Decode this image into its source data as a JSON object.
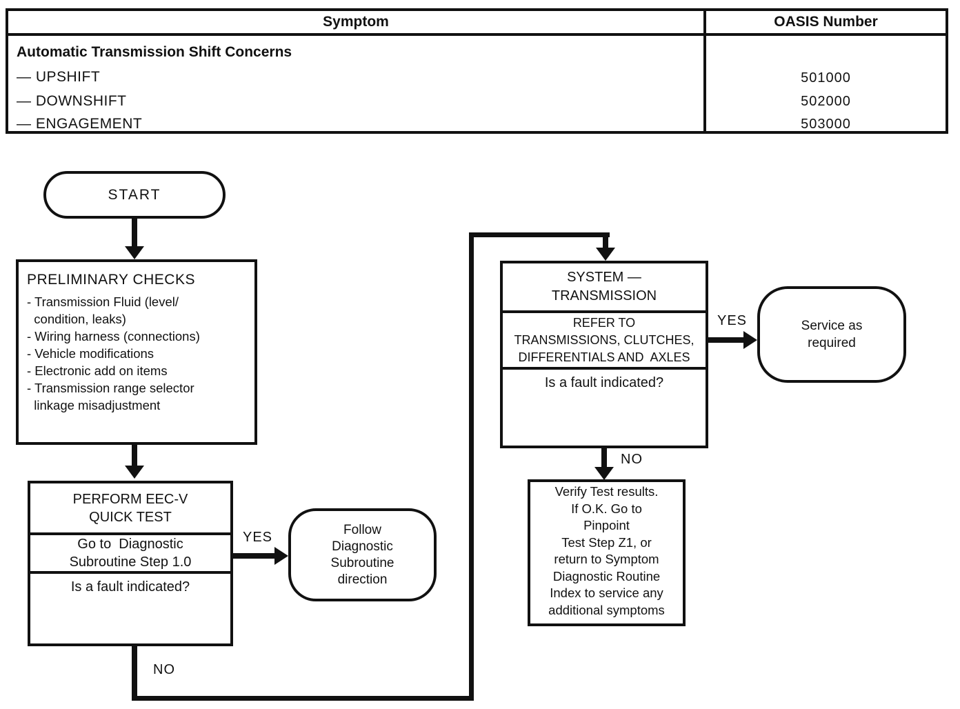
{
  "colors": {
    "ink": "#111111",
    "paper": "#ffffff"
  },
  "table": {
    "symptom_header": "Symptom",
    "oasis_header": "OASIS Number",
    "group_title": "Automatic Transmission Shift Concerns",
    "rows": [
      {
        "symptom": "— UPSHIFT",
        "oasis": "501000"
      },
      {
        "symptom": "— DOWNSHIFT",
        "oasis": "502000"
      },
      {
        "symptom": "— ENGAGEMENT",
        "oasis": "503000"
      }
    ]
  },
  "flowchart": {
    "start": "START",
    "preliminary": {
      "title": "PRELIMINARY CHECKS",
      "items": [
        "- Transmission Fluid (level/\n  condition, leaks)",
        "- Wiring harness (connections)",
        "- Vehicle modifications",
        "- Electronic add on items",
        "- Transmission range selector\n  linkage misadjustment"
      ]
    },
    "eec_test": {
      "title": "PERFORM EEC-V\nQUICK TEST",
      "action": "Go to  Diagnostic\nSubroutine Step 1.0",
      "question": "Is a fault indicated?"
    },
    "follow_subroutine": "Follow\nDiagnostic\nSubroutine\ndirection",
    "system": {
      "title": "SYSTEM —\nTRANSMISSION",
      "action": "REFER TO\nTRANSMISSIONS, CLUTCHES,\nDIFFERENTIALS AND  AXLES",
      "question": "Is a fault indicated?"
    },
    "service": "Service as\nrequired",
    "verify": "Verify Test results.\nIf O.K. Go to\nPinpoint\nTest Step Z1, or\nreturn to Symptom\nDiagnostic Routine\nIndex to service any\nadditional symptoms",
    "labels": {
      "yes": "YES",
      "no": "NO"
    }
  }
}
